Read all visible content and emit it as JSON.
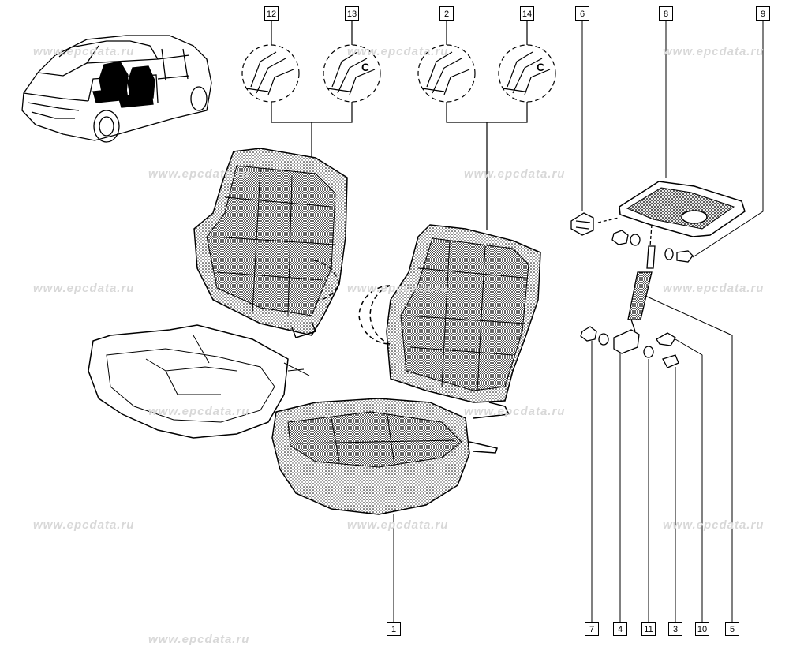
{
  "watermark": "www.epcdata.ru",
  "callouts": [
    "12",
    "13",
    "2",
    "14",
    "6",
    "8",
    "9",
    "1",
    "7",
    "4",
    "11",
    "3",
    "10",
    "5"
  ],
  "detail_marks": [
    "C",
    "C"
  ],
  "parts": {
    "vehicle": "van-illustration",
    "seat_cushion_foam": "seat-cushion-foam",
    "seat_cushion_cover": "seat-cushion-cover",
    "backrest_left": "backrest-left",
    "backrest_right": "backrest-right",
    "tray": "seat-tray",
    "gas_strut": "gas-strut"
  },
  "colors": {
    "line": "#000000",
    "watermark": "#d8d8d8",
    "background": "#ffffff"
  }
}
